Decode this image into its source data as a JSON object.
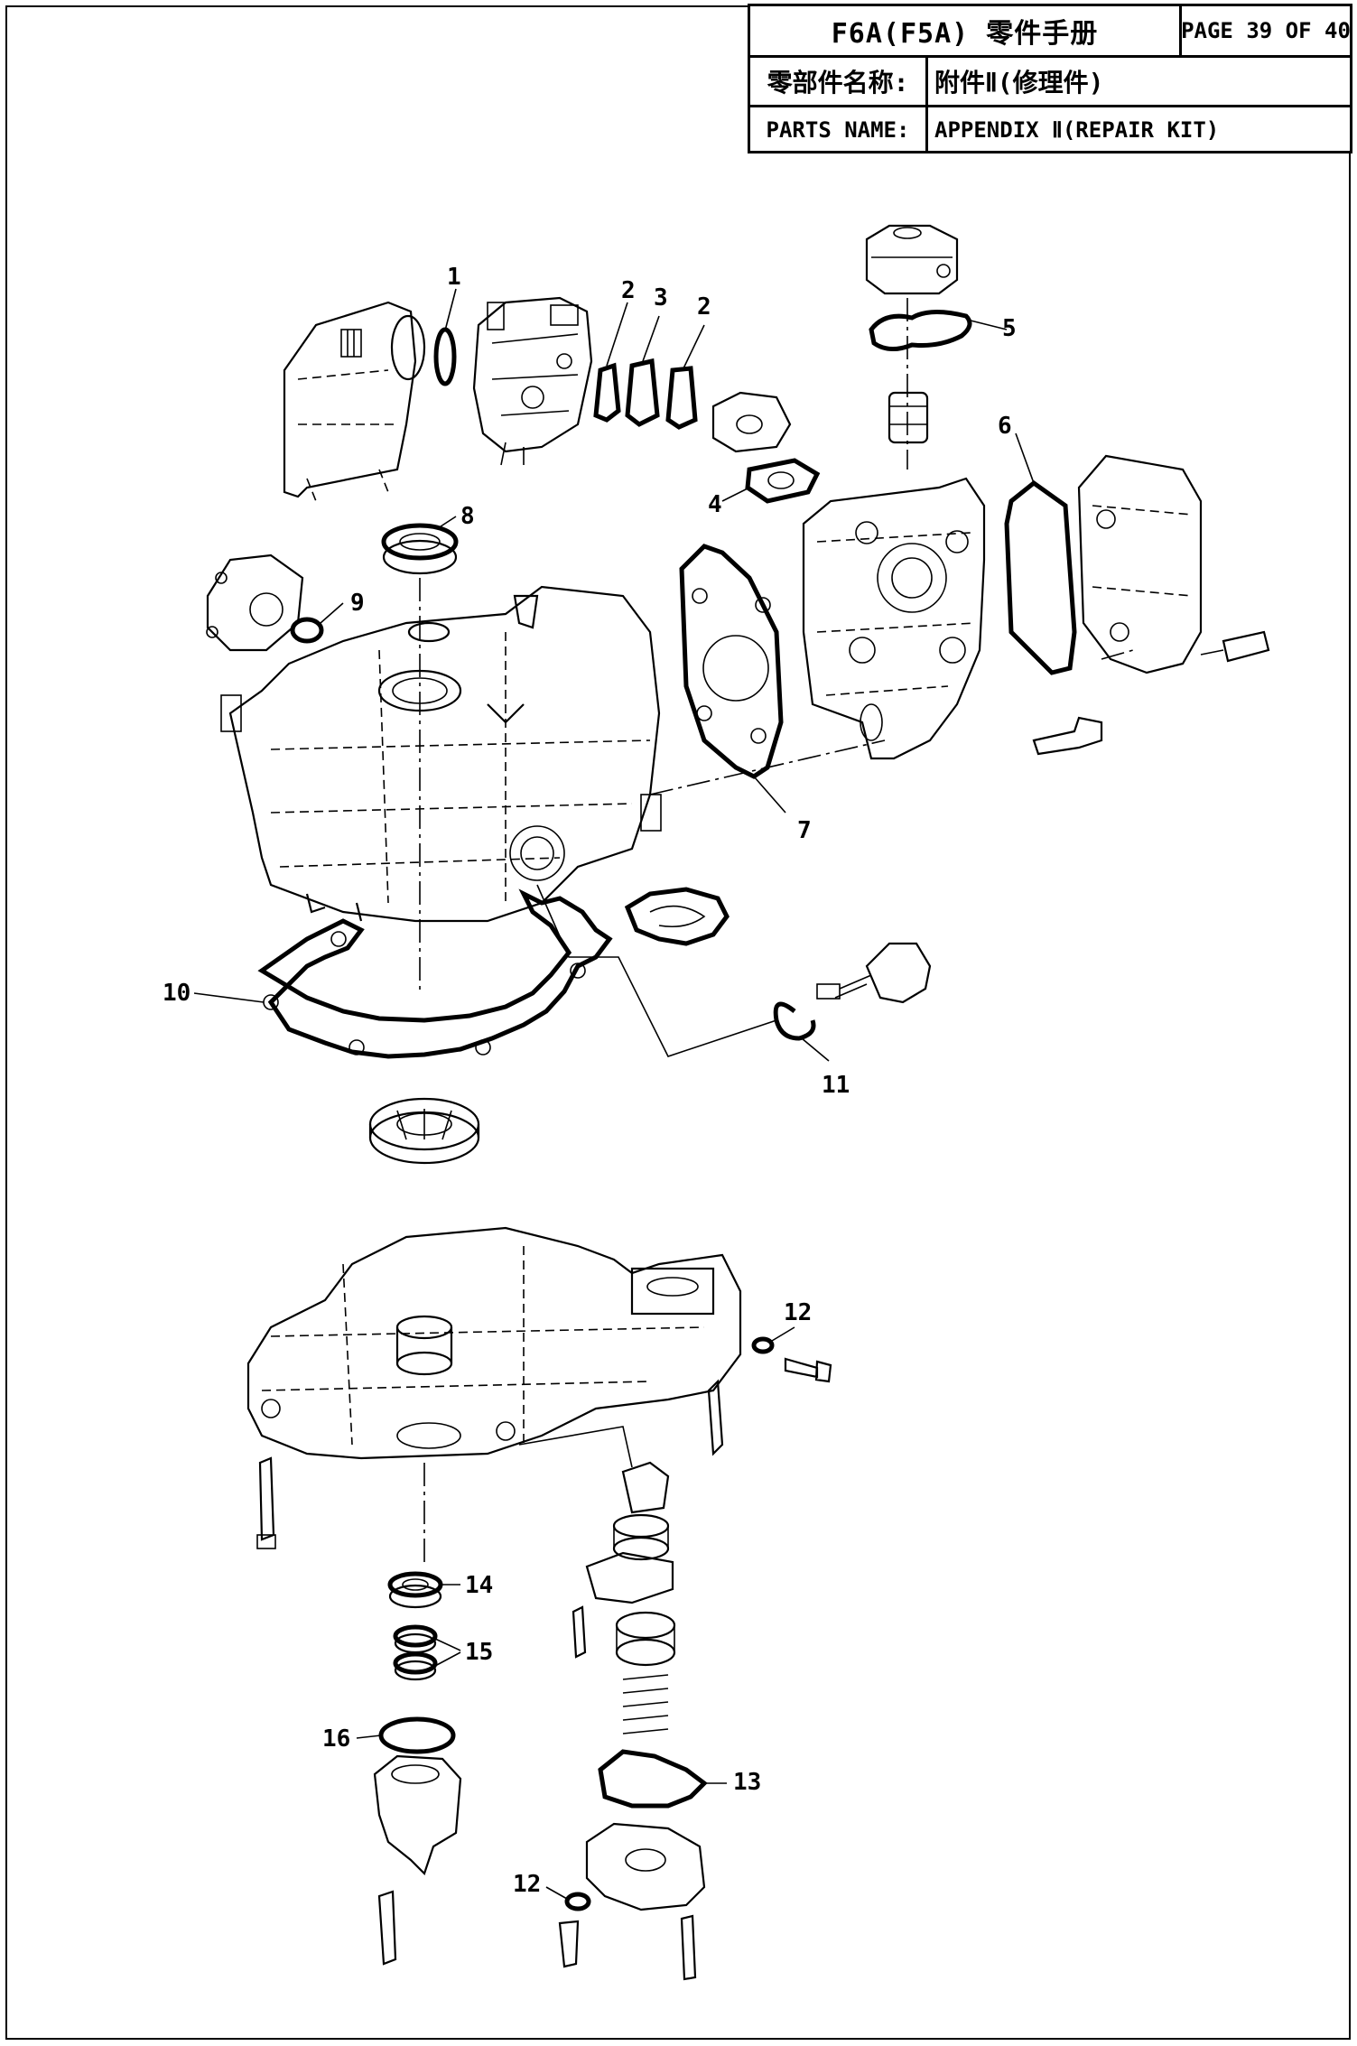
{
  "header": {
    "manual_title": "F6A(F5A) 零件手册",
    "page_label": "PAGE 39 OF 40",
    "name_cn_label": "零部件名称:",
    "name_cn_value": "附件Ⅱ(修理件)",
    "name_en_label": "PARTS NAME:",
    "name_en_value": "APPENDIX Ⅱ(REPAIR KIT)"
  },
  "callouts": [
    {
      "id": "1",
      "label": "1"
    },
    {
      "id": "2a",
      "label": "2"
    },
    {
      "id": "3",
      "label": "3"
    },
    {
      "id": "2b",
      "label": "2"
    },
    {
      "id": "4",
      "label": "4"
    },
    {
      "id": "5",
      "label": "5"
    },
    {
      "id": "6",
      "label": "6"
    },
    {
      "id": "7",
      "label": "7"
    },
    {
      "id": "8",
      "label": "8"
    },
    {
      "id": "9",
      "label": "9"
    },
    {
      "id": "10",
      "label": "10"
    },
    {
      "id": "11",
      "label": "11"
    },
    {
      "id": "12a",
      "label": "12"
    },
    {
      "id": "12b",
      "label": "12"
    },
    {
      "id": "13",
      "label": "13"
    },
    {
      "id": "14",
      "label": "14"
    },
    {
      "id": "15",
      "label": "15"
    },
    {
      "id": "16",
      "label": "16"
    }
  ]
}
